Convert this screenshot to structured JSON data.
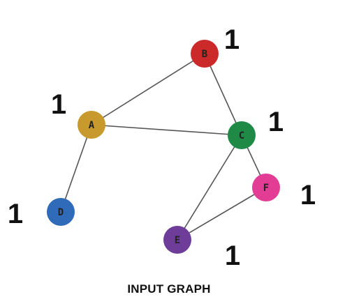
{
  "graph": {
    "caption": "INPUT GRAPH",
    "nodes": [
      {
        "id": "A",
        "label": "A",
        "color": "#C89A2E",
        "weight": "1"
      },
      {
        "id": "B",
        "label": "B",
        "color": "#CC2A2A",
        "weight": "1"
      },
      {
        "id": "C",
        "label": "C",
        "color": "#1E8A45",
        "weight": "1"
      },
      {
        "id": "D",
        "label": "D",
        "color": "#2F6BB8",
        "weight": "1"
      },
      {
        "id": "E",
        "label": "E",
        "color": "#6E3D99",
        "weight": "1"
      },
      {
        "id": "F",
        "label": "F",
        "color": "#E23C94",
        "weight": "1"
      }
    ],
    "edges": [
      [
        "A",
        "B"
      ],
      [
        "A",
        "C"
      ],
      [
        "B",
        "C"
      ],
      [
        "A",
        "D"
      ],
      [
        "C",
        "E"
      ],
      [
        "C",
        "F"
      ],
      [
        "E",
        "F"
      ]
    ]
  }
}
